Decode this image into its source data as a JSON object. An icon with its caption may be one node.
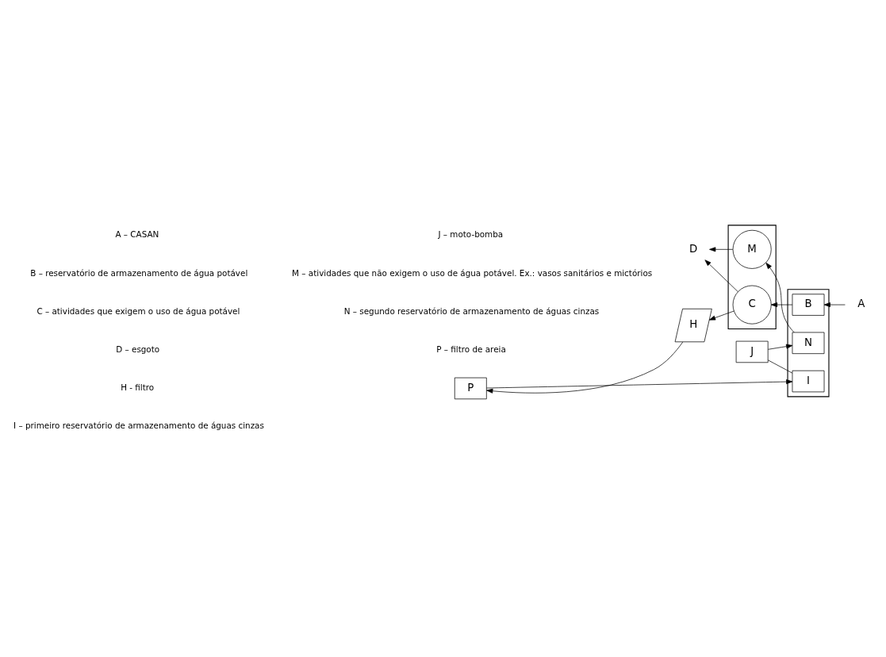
{
  "diagram": {
    "nodes": [
      {
        "text": [],
        "shape": "box"
      },
      {
        "text": [
          "M"
        ],
        "in": 0
      },
      {
        "text": [
          "C"
        ],
        "in": 0
      },
      {
        "text": [],
        "shape": "box"
      },
      {
        "text": [
          "B"
        ],
        "in": 3
      },
      {
        "text": [
          "N"
        ],
        "in": 3
      },
      {
        "text": [
          "I"
        ],
        "in": 3
      },
      {
        "text": [
          "A"
        ]
      },
      {
        "text": [
          "H"
        ]
      },
      {
        "text": [
          "P"
        ]
      },
      {
        "text": [
          "J"
        ]
      },
      {
        "text": [
          "D"
        ]
      }
    ],
    "edges": [
      {
        "from": 7,
        "to": 4,
        "arrow": "to"
      },
      {
        "from": 4,
        "to": 2,
        "arrow": "to"
      },
      {
        "from": 5,
        "to": 1,
        "arrow": "to"
      },
      {
        "from": 2,
        "to": 8,
        "arrow": "to"
      },
      {
        "from": 8,
        "to": 9,
        "arrow": "to"
      },
      {
        "from": 9,
        "to": 6,
        "arrow": "to"
      },
      {
        "from": 6,
        "to": 10,
        "arrow": "none"
      },
      {
        "from": 10,
        "to": 5,
        "arrow": "to"
      },
      {
        "from": 1,
        "to": 11,
        "arrow": "to"
      },
      {
        "from": 2,
        "to": 11,
        "arrow": "to"
      }
    ],
    "labels": [
      "A – CASAN",
      "B – reservatório de armazenamento de água potável",
      "C – atividades que exigem o uso de água potável",
      "D – esgoto",
      "H - filtro",
      "I – primeiro reservatório de armazenamento de águas cinzas",
      "J – moto-bomba",
      "M – atividades que não exigem o uso de água potável. Ex.: vasos sanitários e mictórios",
      "N – segundo reservatório de armazenamento de águas cinzas",
      "P – filtro de areia"
    ]
  }
}
